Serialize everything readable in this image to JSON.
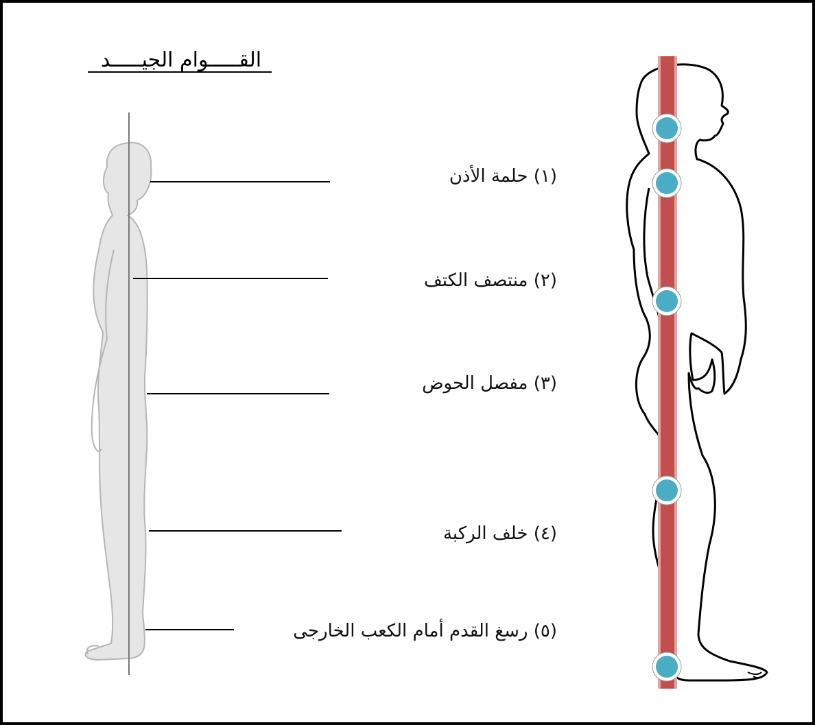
{
  "title": "القـــــوام الجيـــــد",
  "labels": [
    {
      "id": 1,
      "text": "(١) حلمة الأذن"
    },
    {
      "id": 2,
      "text": "(٢)  منتصف الكتف"
    },
    {
      "id": 3,
      "text": "(٣) مفصل الحوض"
    },
    {
      "id": 4,
      "text": "(٤) خلف الركبة"
    },
    {
      "id": 5,
      "text": "(٥) رسغ القدم أمام الكعب الخارجى"
    }
  ],
  "colors": {
    "frame": "#000000",
    "plumb_line": "#c0504d",
    "plumb_line_edge": "#e8a0a0",
    "marker_fill": "#4bacc6",
    "marker_ring": "#ffffff",
    "figure_fill": "#e6e6e6"
  },
  "markers": [
    {
      "name": "ear-lobe",
      "point": 1
    },
    {
      "name": "mid-shoulder",
      "point": 2
    },
    {
      "name": "hip-joint",
      "point": 3
    },
    {
      "name": "behind-knee",
      "point": 4
    },
    {
      "name": "ankle",
      "point": 5
    }
  ]
}
